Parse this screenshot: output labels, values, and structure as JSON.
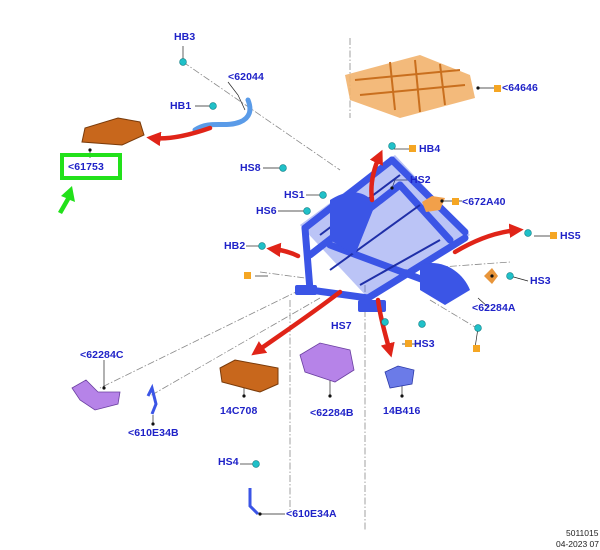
{
  "labels": {
    "hb3": "HB3",
    "p62044": "<62044",
    "hb1": "HB1",
    "p64646": "<64646",
    "p61753": "<61753",
    "hb4": "HB4",
    "hs8": "HS8",
    "hs2": "HS2",
    "hs1": "HS1",
    "p672a40": "<672A40",
    "hs6": "HS6",
    "hs5": "HS5",
    "hb2": "HB2",
    "hs3a": "HS3",
    "p62284a": "<62284A",
    "hs7": "HS7",
    "hs3b": "HS3",
    "p62284c": "<62284C",
    "p14c708": "14C708",
    "p62284b": "<62284B",
    "p14b416": "14B416",
    "p610e34b": "<610E34B",
    "hs4": "HS4",
    "p610e34a": "<610E34A"
  },
  "reference": {
    "number": "5011015",
    "date": "04-2023 07"
  },
  "colors": {
    "label_text": "#1f22c8",
    "highlight": "#22e11a",
    "seat_frame": "#3b55e6",
    "orange_part": "#e8953a",
    "purple_part": "#b683e8",
    "arrow": "#e02418",
    "fastener": "#20c0c8",
    "marker": "#f5a623"
  }
}
